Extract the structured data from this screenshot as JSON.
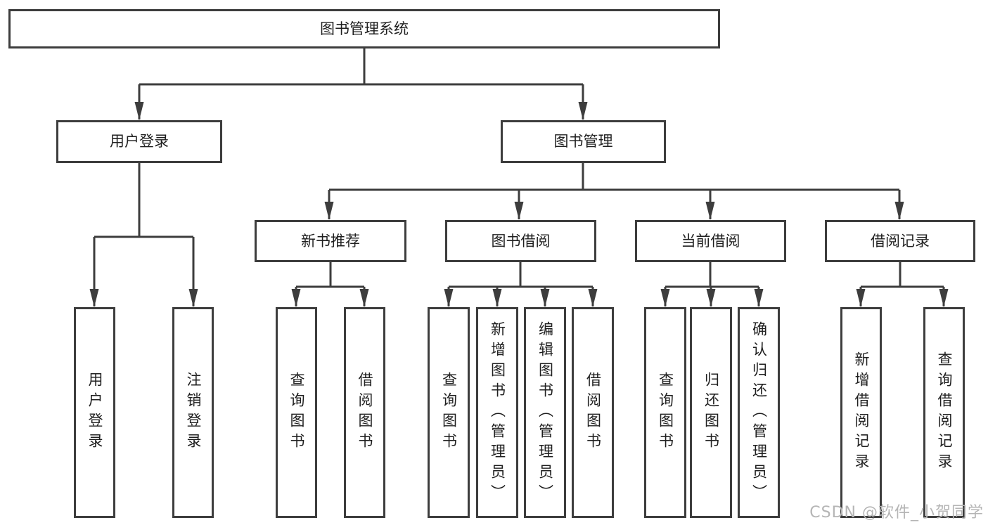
{
  "diagram": {
    "root_label": "图书管理系统",
    "level2": {
      "user_login": "用户登录",
      "book_management": "图书管理"
    },
    "level3": {
      "new_book_recommend": "新书推荐",
      "book_borrowing": "图书借阅",
      "current_borrowing": "当前借阅",
      "borrowing_records": "借阅记录"
    },
    "leaves": {
      "user_login": [
        "用户登录",
        "注销登录"
      ],
      "new_book_recommend": [
        "查询图书",
        "借阅图书"
      ],
      "book_borrowing": [
        "查询图书",
        "新增图书（管理员）",
        "编辑图书（管理员）",
        "借阅图书"
      ],
      "current_borrowing": [
        "查询图书",
        "归还图书",
        "确认归还（管理员）"
      ],
      "borrowing_records": [
        "新增借阅记录",
        "查询借阅记录"
      ]
    }
  },
  "watermark": "CSDN @软件_小贺同学",
  "colors": {
    "line": "#3d3d3d",
    "text": "#1f1f1f",
    "watermark": "#b5b5b5",
    "background": "#ffffff"
  }
}
